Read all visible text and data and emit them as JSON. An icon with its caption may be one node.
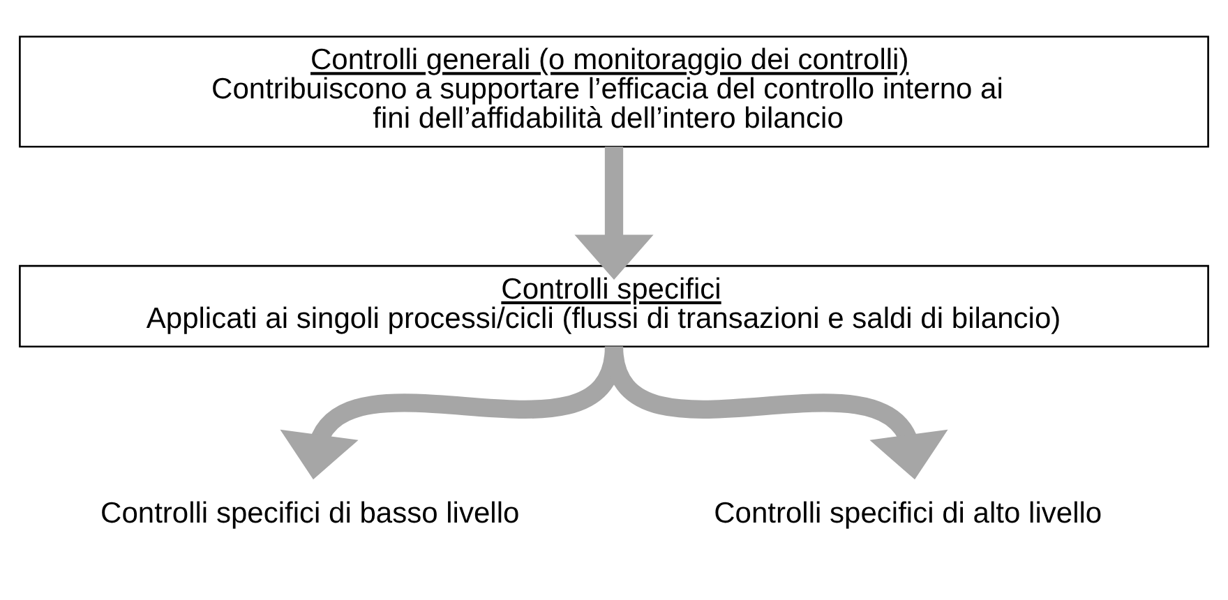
{
  "diagram": {
    "nodes": [
      {
        "text": [
          "Controlli generali (o monitoraggio dei controlli)",
          "Contribuiscono a supportare l’efficacia del controllo interno ai fini dell’affidabilità dell’intero bilancio"
        ]
      },
      {
        "text": [
          "Controlli specifici",
          "Applicati ai singoli processi/cicli (flussi di transazioni e saldi di bilancio)"
        ]
      },
      {
        "text": [
          "Controlli specifici di basso livello"
        ]
      },
      {
        "text": [
          "Controlli specifici di alto livello"
        ]
      }
    ],
    "edges": [
      {
        "from": 0,
        "to": 1,
        "arrow": "to"
      },
      {
        "from": 1,
        "to": 2,
        "arrow": "to"
      },
      {
        "from": 1,
        "to": 3,
        "arrow": "to"
      }
    ]
  }
}
